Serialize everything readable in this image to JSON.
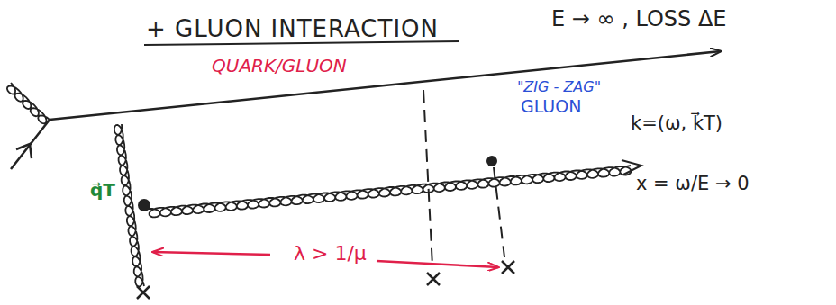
{
  "diagram": {
    "title": "+ GLUON INTERACTION",
    "labels": [
      "QUARK/GLUON",
      "E → ∞ , LOSS ΔE",
      "\"ZIG - ZAG\"",
      "GLUON",
      "k=(ω, k⃗T)",
      "x = ω/E → 0",
      "q⃗T",
      "λ > 1/μ"
    ]
  }
}
